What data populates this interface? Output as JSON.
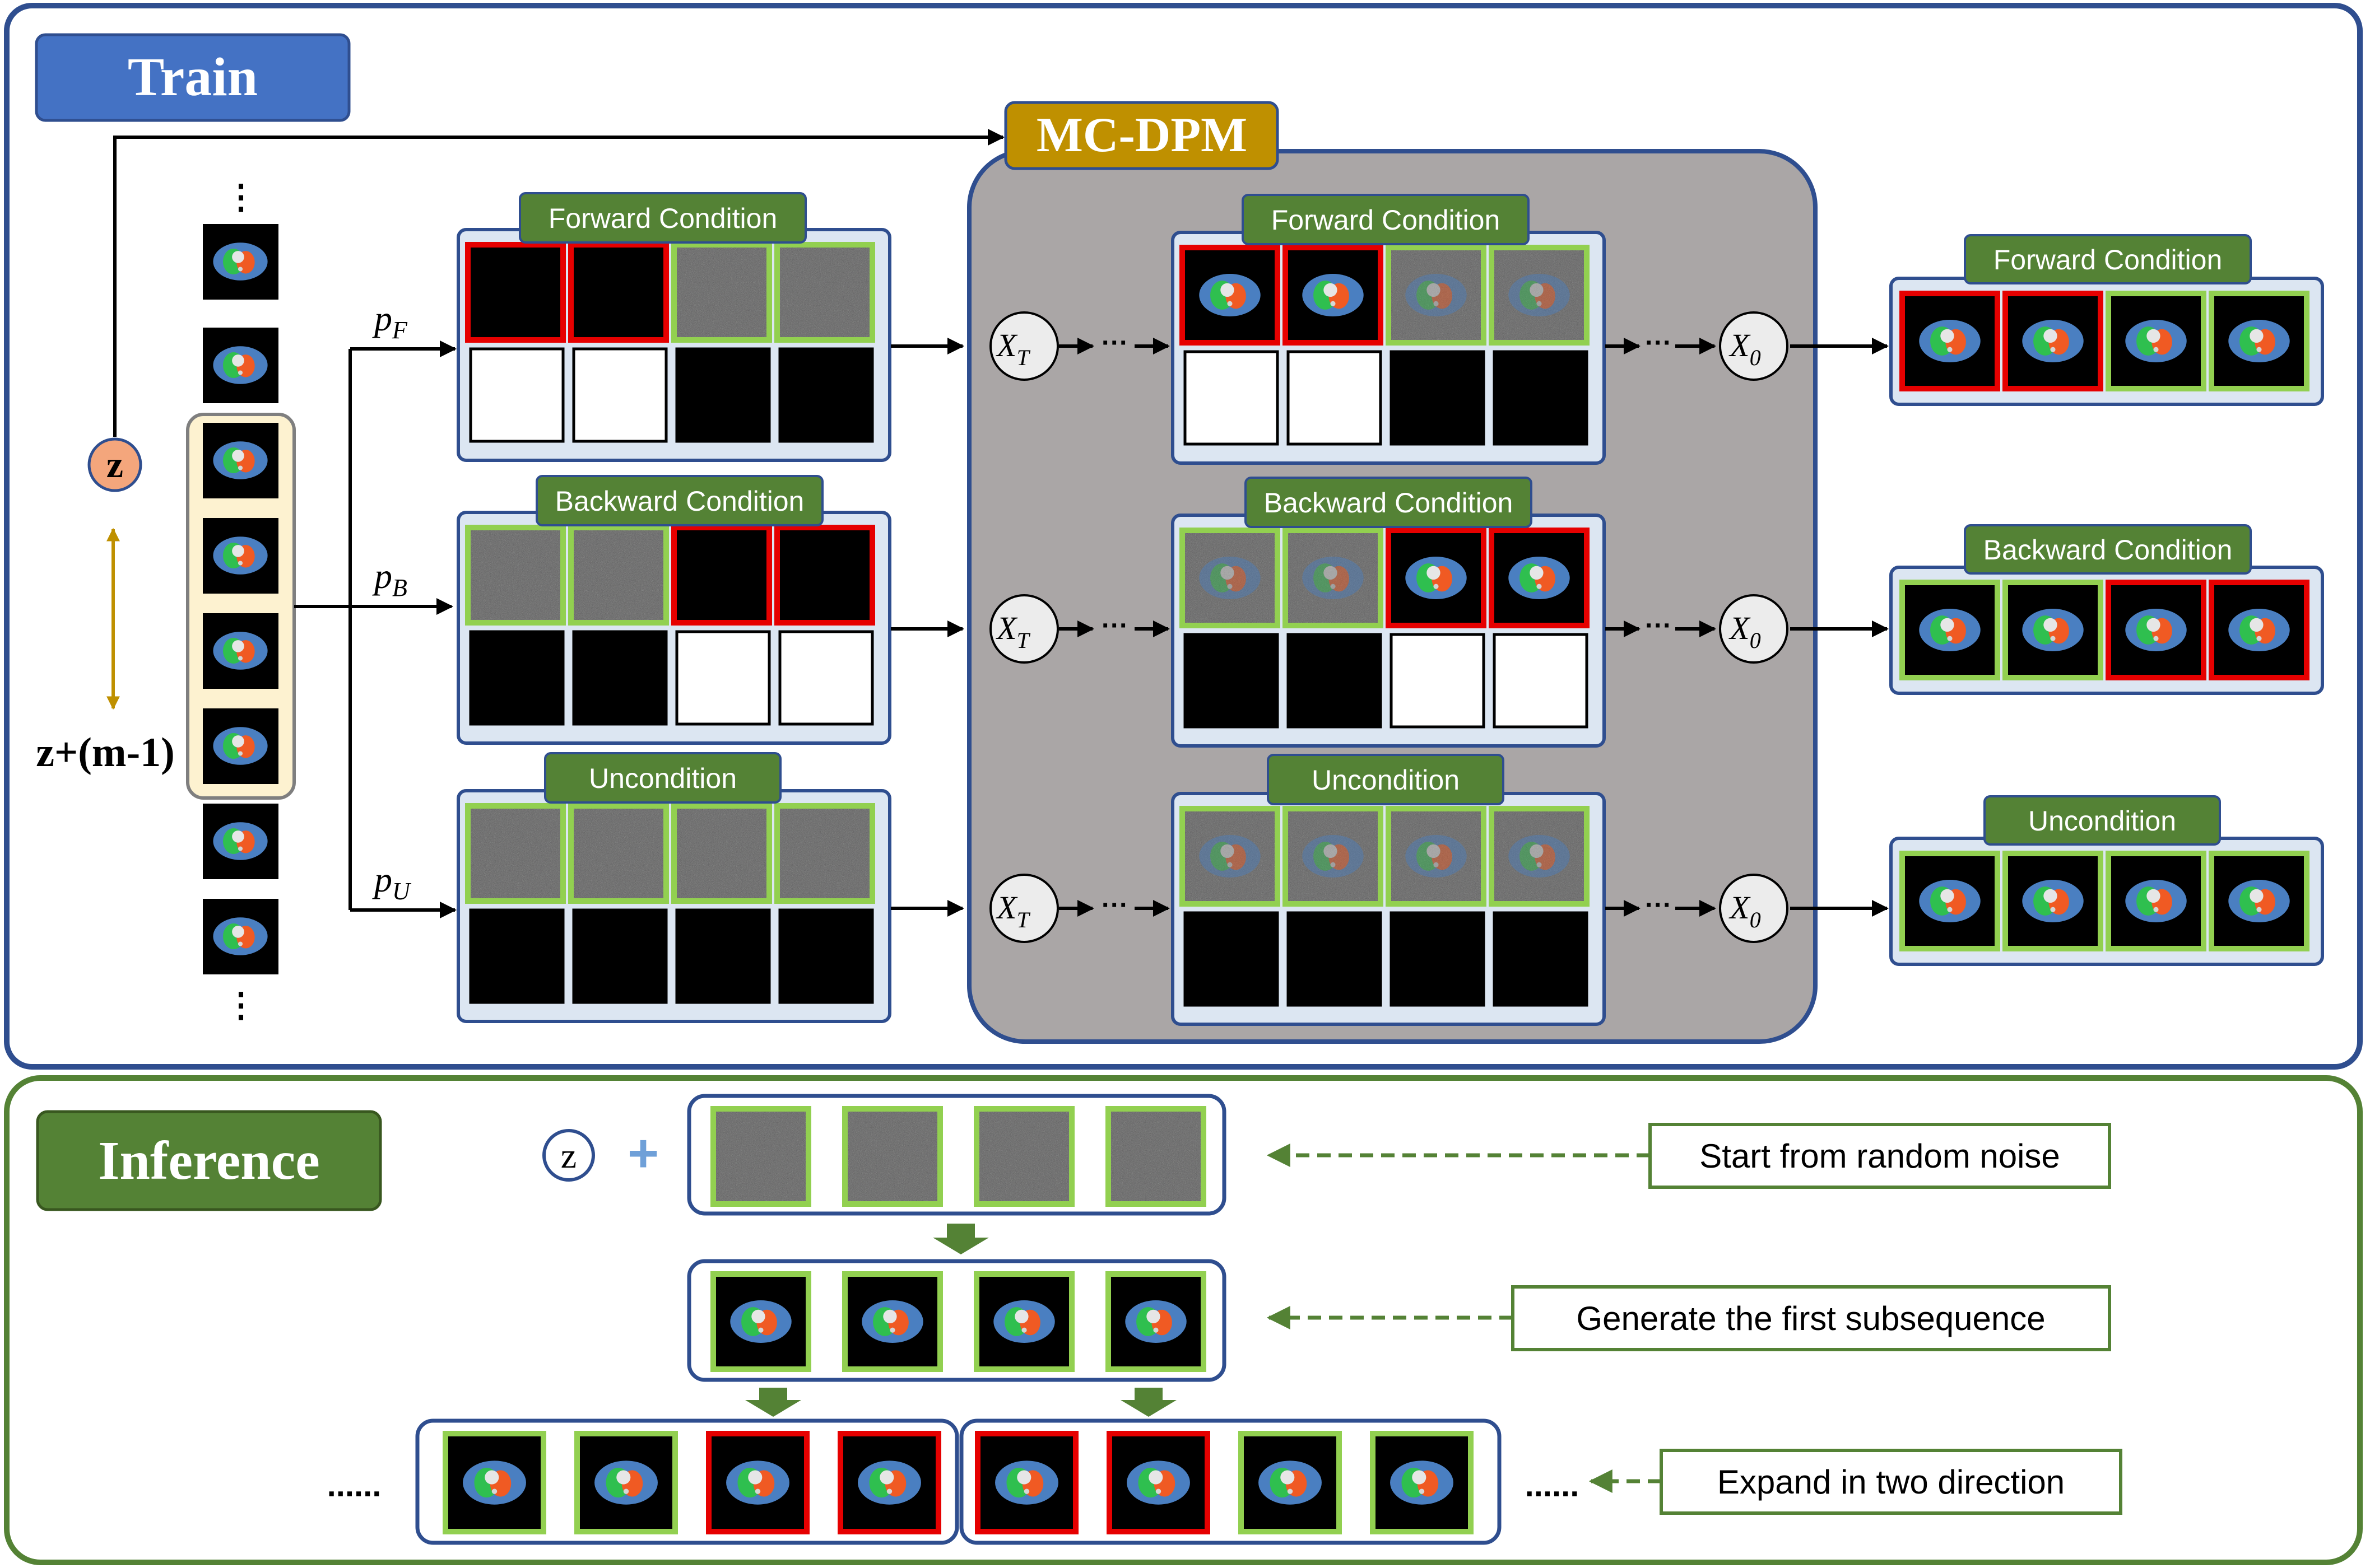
{
  "train": {
    "title": "Train",
    "model_label": "MC-DPM",
    "z_label": "z",
    "z_range_label": "z+(m-1)",
    "ellipsis": "⋮",
    "branches": [
      {
        "prob": "p",
        "sub": "F",
        "label": "Forward Condition",
        "masks": [
          "white",
          "white",
          "black",
          "black"
        ],
        "borders": [
          "red",
          "red",
          "green",
          "green"
        ],
        "noisy": [
          false,
          false,
          true,
          true
        ]
      },
      {
        "prob": "p",
        "sub": "B",
        "label": "Backward Condition",
        "masks": [
          "black",
          "black",
          "white",
          "white"
        ],
        "borders": [
          "green",
          "green",
          "red",
          "red"
        ],
        "noisy": [
          true,
          true,
          false,
          false
        ]
      },
      {
        "prob": "p",
        "sub": "U",
        "label": "Uncondition",
        "masks": [
          "black",
          "black",
          "black",
          "black"
        ],
        "borders": [
          "green",
          "green",
          "green",
          "green"
        ],
        "noisy": [
          true,
          true,
          true,
          true
        ]
      }
    ],
    "xt_label": "X",
    "xt_sub": "T",
    "x0_label": "X",
    "x0_sub": "0",
    "dots": "···",
    "outputs": [
      {
        "label": "Forward Condition",
        "borders": [
          "red",
          "red",
          "green",
          "green"
        ]
      },
      {
        "label": "Backward Condition",
        "borders": [
          "green",
          "green",
          "red",
          "red"
        ]
      },
      {
        "label": "Uncondition",
        "borders": [
          "green",
          "green",
          "green",
          "green"
        ]
      }
    ]
  },
  "inference": {
    "title": "Inference",
    "z_label": "z",
    "plus": "+",
    "steps": [
      {
        "text": "Start from random noise"
      },
      {
        "text": "Generate the first subsequence"
      },
      {
        "text": "Expand in two direction"
      }
    ],
    "left_dots": "......",
    "right_dots": "......",
    "expand_left_borders": [
      "green",
      "green",
      "red",
      "red"
    ],
    "expand_right_borders": [
      "red",
      "red",
      "green",
      "green"
    ]
  },
  "colors": {
    "train_border": "#2f4e8f",
    "train_title_bg": "#4472c4",
    "inference_border": "#548235",
    "inference_title_bg": "#548235",
    "mcdpm_bg": "#aaa6a6",
    "mcdpm_label_bg": "#bf9000",
    "panel_bg": "#dce6f2",
    "label_green": "#548235",
    "frame_red": "#e60000",
    "frame_green": "#92d050",
    "stack_bg": "#fdf2d0"
  }
}
